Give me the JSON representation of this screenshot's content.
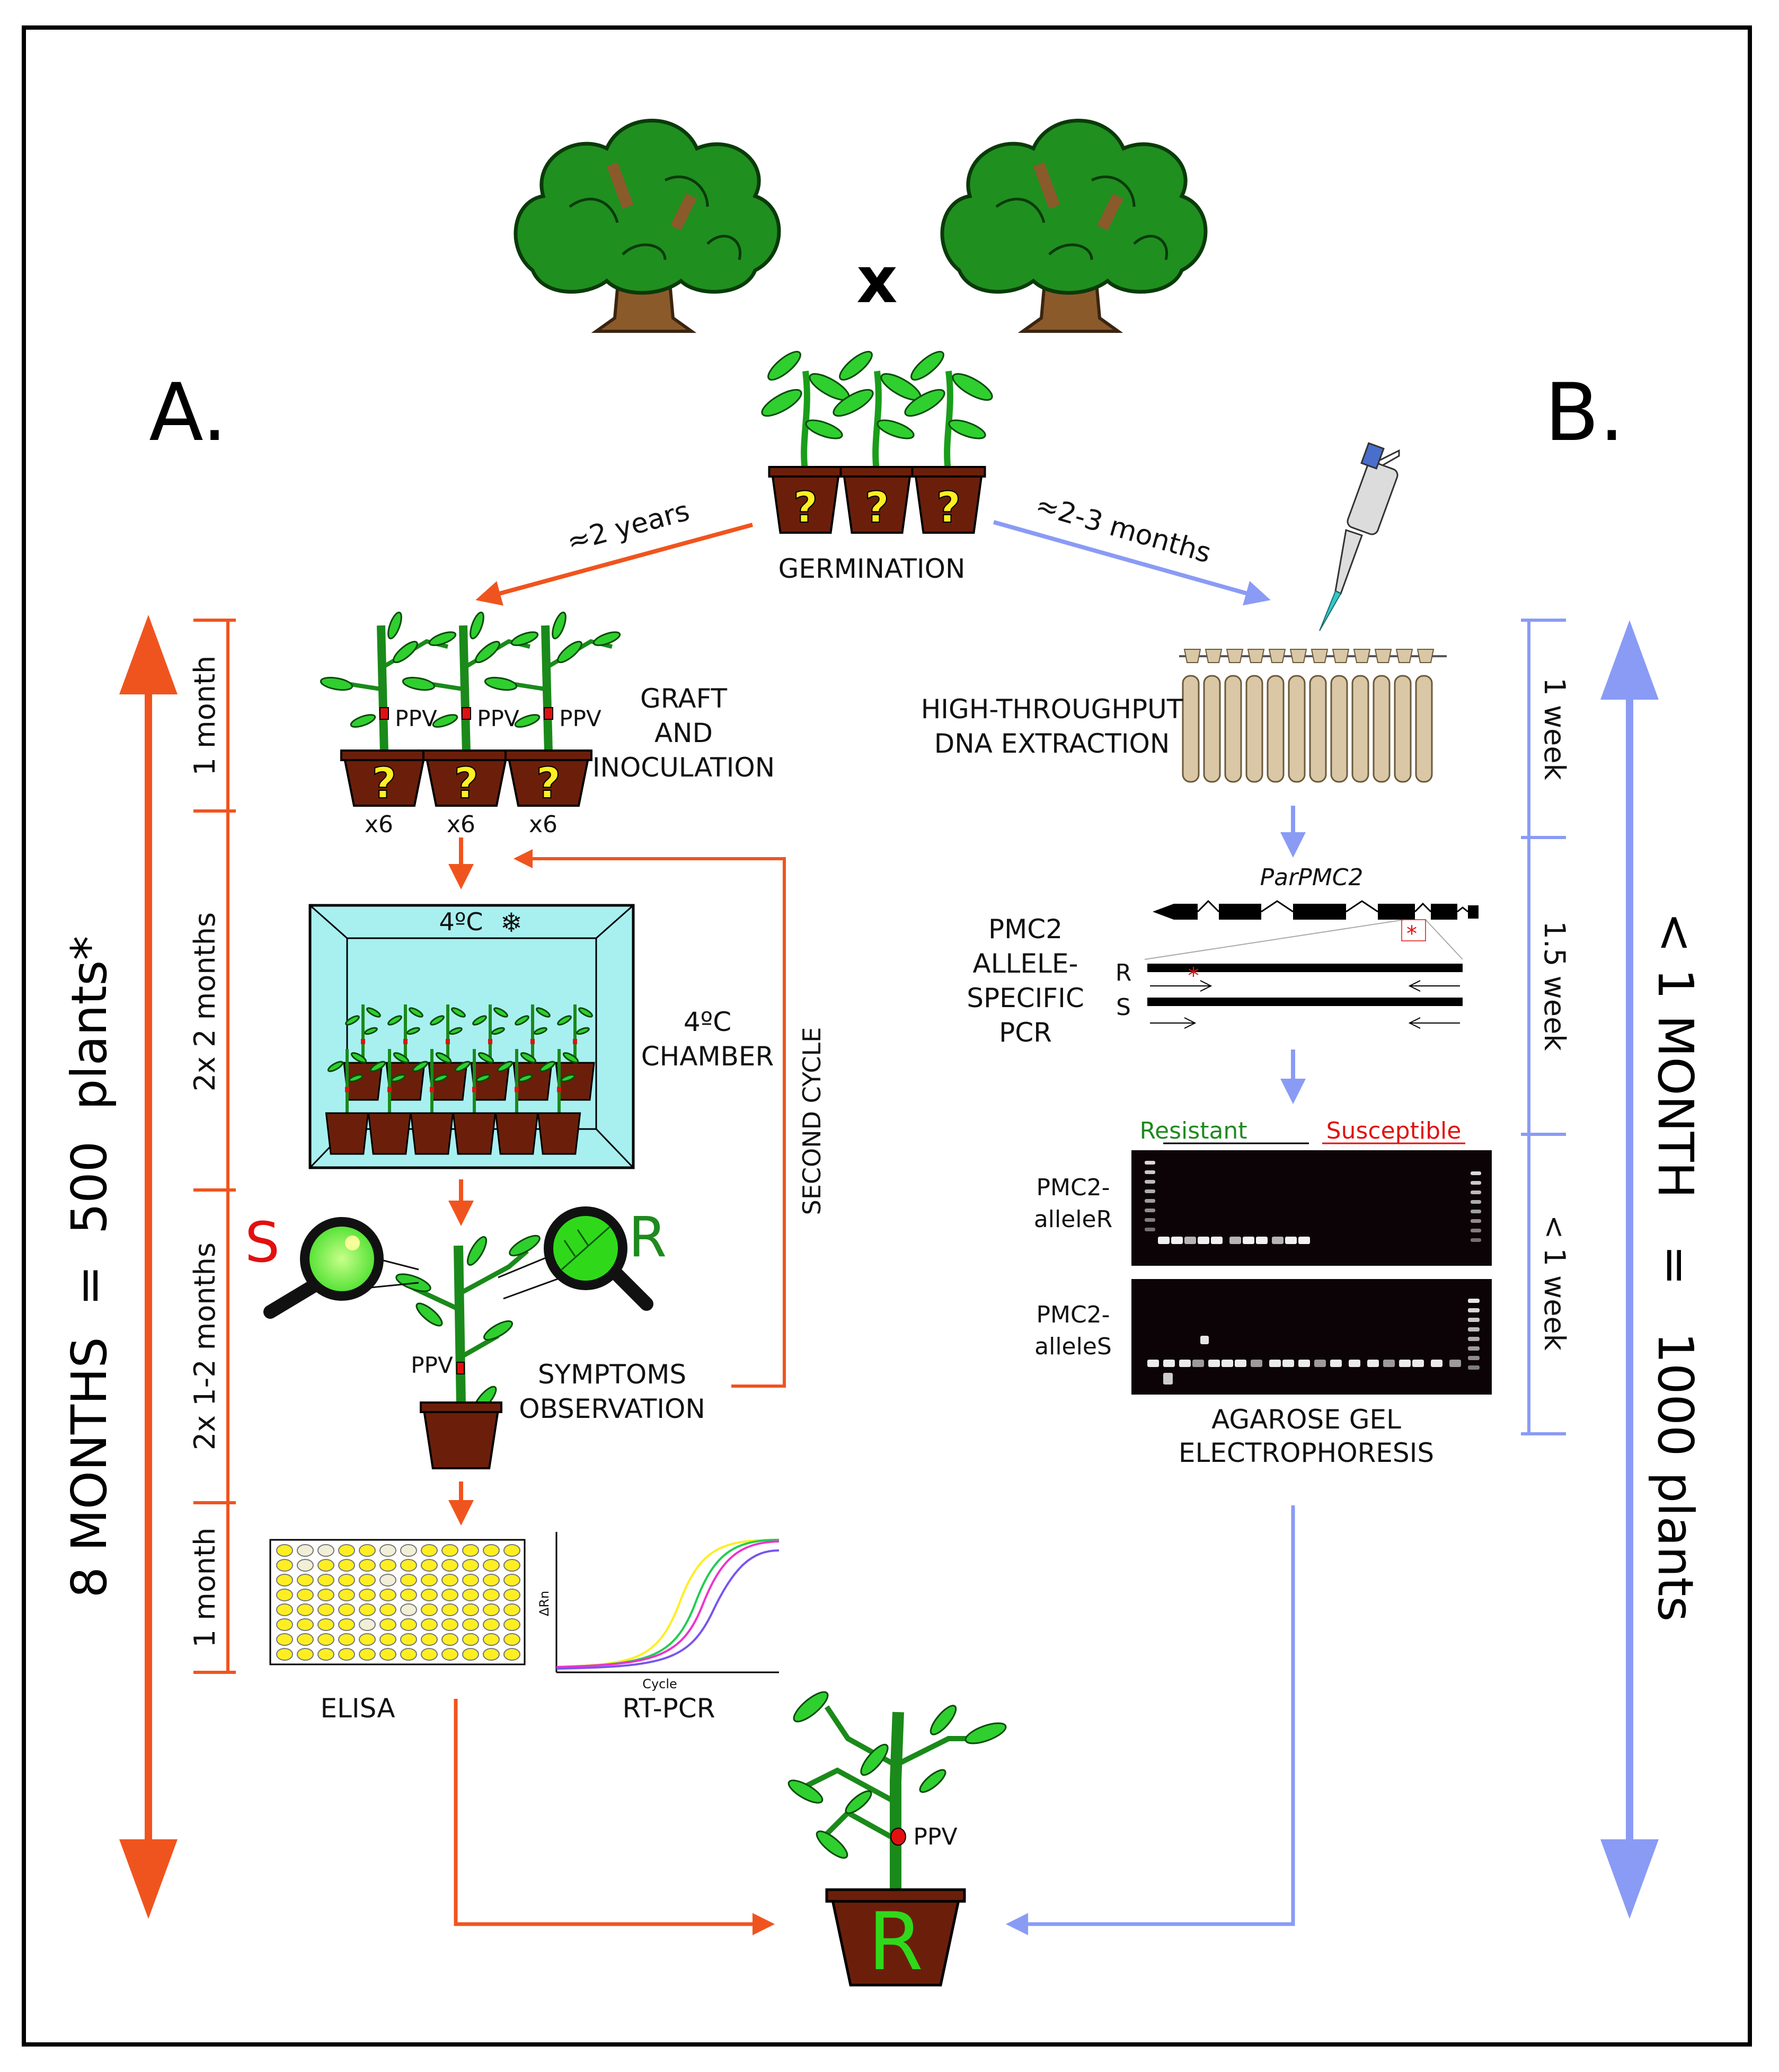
{
  "cross_symbol": "x",
  "panel_a": {
    "letter": "A.",
    "sidebar_summary": "8 MONTHS  =  500  plants*",
    "timeline": [
      "1 month",
      "2x 2 months",
      "2x 1-2 months",
      "1 month"
    ],
    "arrow_label": "≈2 years",
    "ppv": "PPV",
    "pot_mark": "?",
    "multiplier": "x6",
    "graft_label": [
      "GRAFT",
      "AND",
      "INOCULATION"
    ],
    "chamber_temp": "4ºC",
    "snow": "❄",
    "chamber_label": [
      "4ºC",
      "CHAMBER"
    ],
    "second_cycle": "SECOND CYCLE",
    "s_letter": "S",
    "r_letter": "R",
    "symptoms_label": [
      "SYMPTOMS",
      "OBSERVATION"
    ],
    "elisa": "ELISA",
    "rtpcr": "RT-PCR",
    "rtpcr_xaxis": "Cycle",
    "rtpcr_yaxis": "ΔRn"
  },
  "germination": "GERMINATION",
  "panel_b": {
    "letter": "B.",
    "sidebar_summary": "< 1 MONTH   =   1000 plants",
    "timeline": [
      "1 week",
      "1.5 week",
      "< 1 week"
    ],
    "arrow_label": "≈2-3 months",
    "extraction_label": [
      "HIGH-THROUGHPUT",
      "DNA EXTRACTION"
    ],
    "gene": "ParPMC2",
    "pcr_label": [
      "PMC2",
      "ALLELE-",
      "SPECIFIC",
      "PCR"
    ],
    "allele_r": "R",
    "allele_s": "S",
    "mutation": "*",
    "resistant": "Resistant",
    "susceptible": "Susceptible",
    "gel_r_label": [
      "PMC2-",
      "alleleR"
    ],
    "gel_s_label": [
      "PMC2-",
      "alleleS"
    ],
    "gel_label": [
      "AGAROSE GEL",
      "ELECTROPHORESIS"
    ]
  },
  "result": {
    "letter": "R",
    "ppv": "PPV"
  },
  "colors": {
    "path_a": "#f0541e",
    "path_b": "#8a9bf5",
    "plant": "#1a9e1a",
    "pot": "#6b1f0a",
    "chamber": "#a8f0f0",
    "question": "#ffee22",
    "resistant": "#1f8a1f",
    "susceptible": "#e21010",
    "gel": "#0c0306"
  }
}
